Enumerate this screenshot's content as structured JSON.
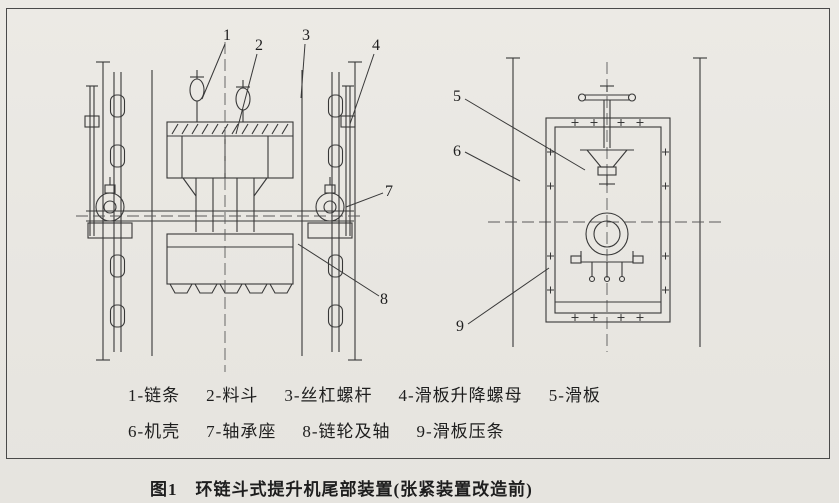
{
  "callouts": [
    "1",
    "2",
    "3",
    "4",
    "5",
    "6",
    "7",
    "8",
    "9"
  ],
  "legend": {
    "row1": [
      "1-链条",
      "2-料斗",
      "3-丝杠螺杆",
      "4-滑板升降螺母",
      "5-滑板"
    ],
    "row2": [
      "6-机壳",
      "7-轴承座",
      "8-链轮及轴",
      "9-滑板压条"
    ]
  },
  "caption": "图1　环链斗式提升机尾部装置(张紧装置改造前)",
  "colors": {
    "paper": "#e9e7e2",
    "ink": "#2e2e2e",
    "line": "#383838"
  }
}
